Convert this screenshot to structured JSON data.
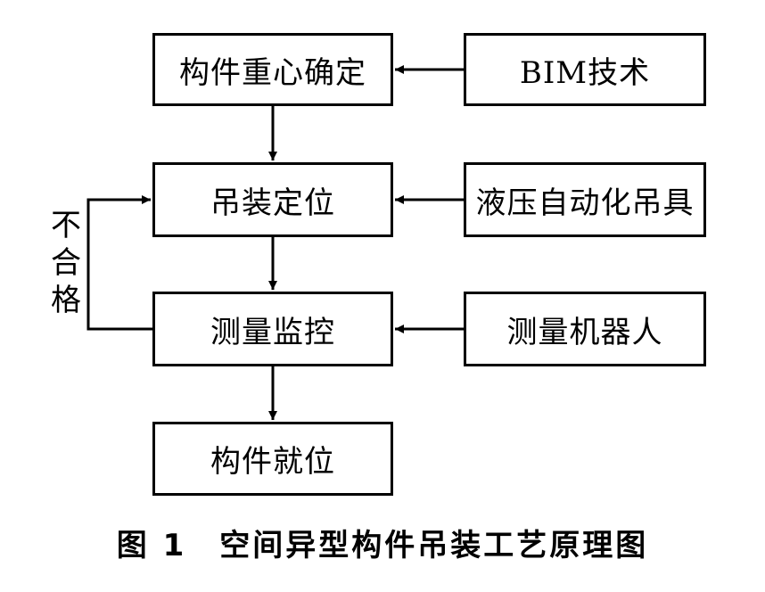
{
  "main_flow": [
    {
      "id": "center",
      "label": "构件重心确定"
    },
    {
      "id": "positioning",
      "label": "吊装定位"
    },
    {
      "id": "monitoring",
      "label": "测量监控"
    },
    {
      "id": "placed",
      "label": "构件就位"
    }
  ],
  "support": [
    {
      "id": "bim",
      "label": "BIM技术"
    },
    {
      "id": "hydraulic",
      "label": "液压自动化吊具"
    },
    {
      "id": "robot",
      "label": "测量机器人"
    }
  ],
  "feedback_label": [
    "不",
    "合",
    "格"
  ],
  "caption": "图 1　空间异型构件吊装工艺原理图"
}
